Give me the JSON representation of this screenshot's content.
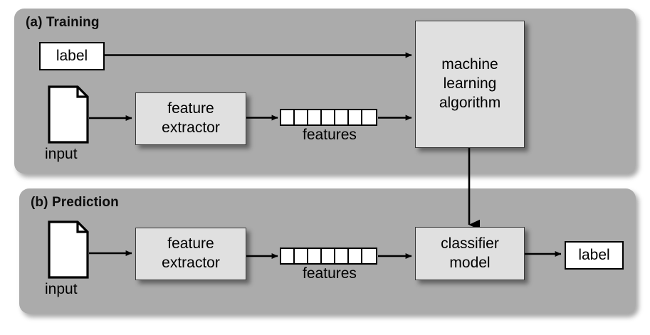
{
  "diagram": {
    "title_a": "(a) Training",
    "title_b": "(b) Prediction",
    "colors": {
      "panel_gray": "#ababab",
      "box_fill": "#e0e0e0",
      "box_border": "#3a3a3a",
      "white": "#ffffff",
      "stroke": "#000000",
      "page_background": "#ffffff"
    }
  },
  "training": {
    "panel_label": "(a) Training",
    "label_box": "label",
    "input_caption": "input",
    "feature_extractor_line1": "feature",
    "feature_extractor_line2": "extractor",
    "features_caption": "features",
    "feature_cell_count": 7,
    "ml_algorithm_line1": "machine",
    "ml_algorithm_line2": "learning",
    "ml_algorithm_line3": "algorithm"
  },
  "prediction": {
    "panel_label": "(b) Prediction",
    "input_caption": "input",
    "feature_extractor_line1": "feature",
    "feature_extractor_line2": "extractor",
    "features_caption": "features",
    "feature_cell_count": 7,
    "classifier_line1": "classifier",
    "classifier_line2": "model",
    "label_box": "label"
  },
  "icons": {
    "document": "document-page-icon",
    "arrow": "arrow-right-icon",
    "arrow_down": "arrow-down-icon"
  },
  "flow": {
    "edges": [
      {
        "from": "label",
        "to": "machine learning algorithm"
      },
      {
        "from": "input",
        "to": "feature extractor"
      },
      {
        "from": "feature extractor",
        "to": "features"
      },
      {
        "from": "features",
        "to": "machine learning algorithm"
      },
      {
        "from": "machine learning algorithm",
        "to": "classifier model"
      },
      {
        "from": "input",
        "to": "feature extractor"
      },
      {
        "from": "feature extractor",
        "to": "features"
      },
      {
        "from": "features",
        "to": "classifier model"
      },
      {
        "from": "classifier model",
        "to": "label"
      }
    ]
  }
}
